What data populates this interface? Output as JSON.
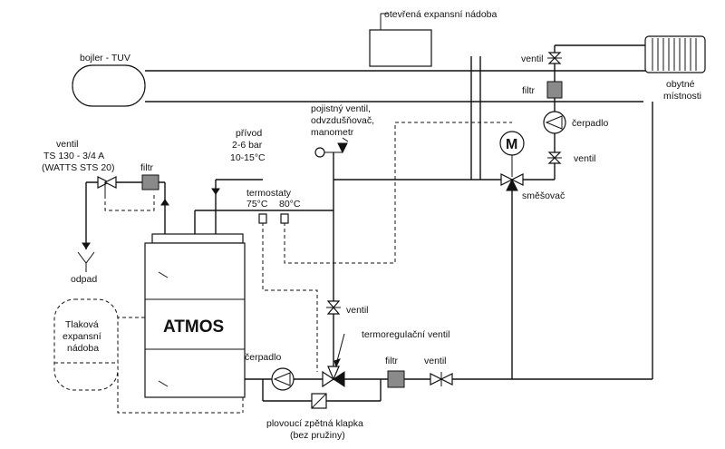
{
  "labels": {
    "boiler_tuv": "bojler - TUV",
    "open_tank": "otevřená expansní nádoba",
    "rooms": [
      "obytné",
      "místnosti"
    ],
    "safety_valve": [
      "pojistný ventil,",
      "odvzdušňovač,",
      "manometr"
    ],
    "supply": [
      "přívod",
      "2-6 bar",
      "10-15°C"
    ],
    "valve_ts": [
      "ventil",
      "TS 130 - 3/4 A",
      "(WATTS STS 20)"
    ],
    "filter_top_left": "filtr",
    "drain": "odpad",
    "thermostats": "termostaty",
    "thermo_75": "75°C",
    "thermo_80": "80°C",
    "valve_top_right": "ventil",
    "filter_right": "filtr",
    "pump_right": "čerpadlo",
    "motor_symbol": "M",
    "valve_right_lower": "ventil",
    "mixer": "směšovač",
    "valve_middle": "ventil",
    "pressure_tank": [
      "Tlaková",
      "expansní",
      "nádoba"
    ],
    "boiler_brand": "ATMOS",
    "pump_bottom": "čerpadlo",
    "thermo_reg_valve": "termoregulační ventil",
    "filter_bottom": "filtr",
    "valve_bottom": "ventil",
    "check_valve": [
      "plovoucí zpětná klapka",
      "(bez pružiny)"
    ]
  },
  "colors": {
    "line": "#111111",
    "filter_fill": "#8a8a8a",
    "background": "#ffffff"
  }
}
